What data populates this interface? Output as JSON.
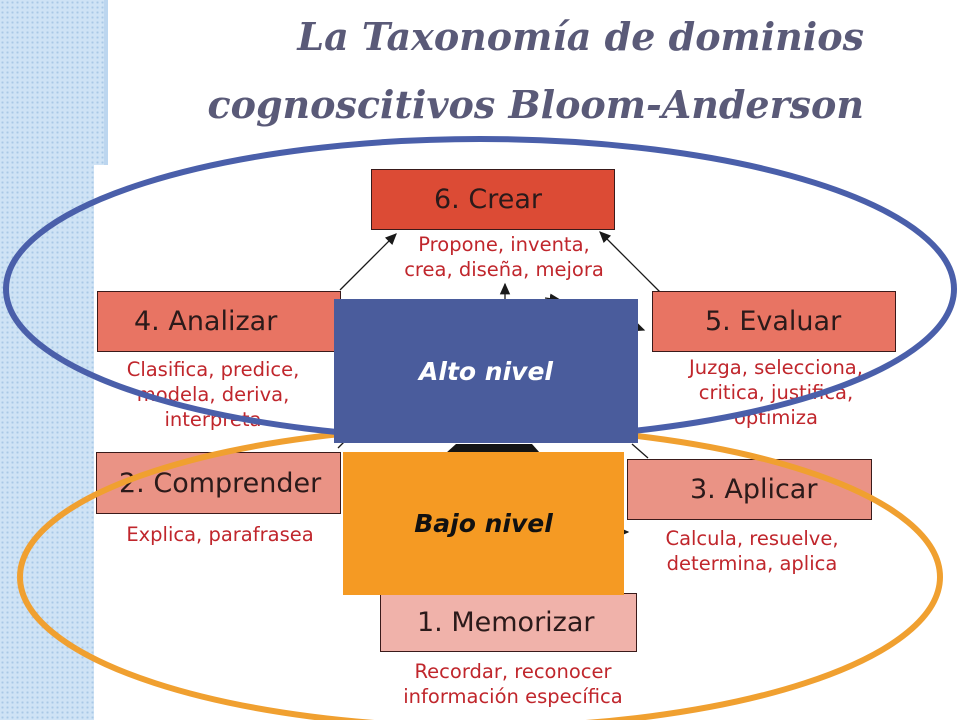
{
  "title": {
    "line1": "La Taxonomía de dominios",
    "line2": "cognoscitivos Bloom-Anderson"
  },
  "levels": [
    {
      "id": "crear",
      "label": "6. Crear",
      "description": [
        "Propone, inventa,",
        "crea, diseña, mejora"
      ],
      "color": "#dc4b35"
    },
    {
      "id": "analizar",
      "label": "4. Analizar",
      "description": [
        "Clasifica, predice,",
        "modela, deriva,",
        "interpreta"
      ],
      "color": "#e87463"
    },
    {
      "id": "evaluar",
      "label": "5. Evaluar",
      "description": [
        "Juzga, selecciona,",
        "critica, justifica,",
        "optimiza"
      ],
      "color": "#e87463"
    },
    {
      "id": "comprender",
      "label": "2. Comprender",
      "description": [
        "Explica, parafrasea"
      ],
      "color": "#ea9385"
    },
    {
      "id": "aplicar",
      "label": "3. Aplicar",
      "description": [
        "Calcula, resuelve,",
        "determina, aplica"
      ],
      "color": "#ea9385"
    },
    {
      "id": "memorizar",
      "label": "1. Memorizar",
      "description": [
        "Recordar, reconocer",
        "información específica"
      ],
      "color": "#f0b2aa"
    }
  ],
  "groups": {
    "alto": {
      "label": "Alto nivel",
      "fill": "#4a5c9c",
      "text_color": "#ffffff",
      "ring_color": "#4a5faa"
    },
    "bajo": {
      "label": "Bajo nivel",
      "fill": "#f59a23",
      "text_color": "#111111",
      "ring_color": "#f0a030"
    }
  }
}
